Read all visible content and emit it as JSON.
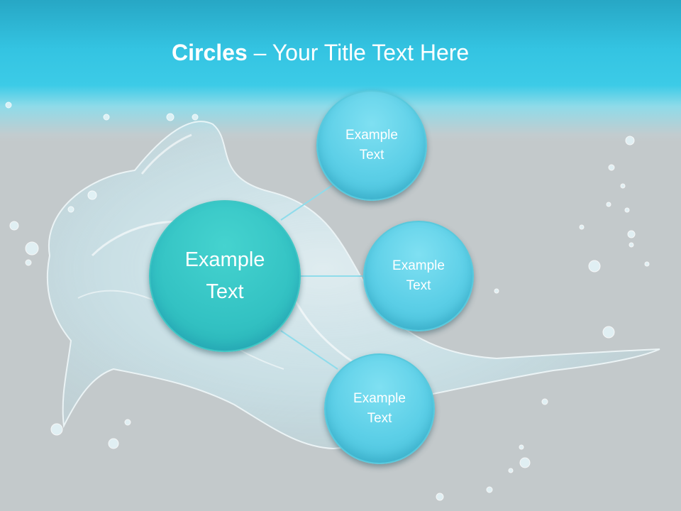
{
  "slide": {
    "title_bold": "Circles",
    "title_rest": " – Your Title Text Here"
  },
  "diagram": {
    "center": {
      "line1": "Example",
      "line2": "Text"
    },
    "satellites": [
      {
        "line1": "Example",
        "line2": "Text"
      },
      {
        "line1": "Example",
        "line2": "Text"
      },
      {
        "line1": "Example",
        "line2": "Text"
      }
    ]
  },
  "colors": {
    "header": "#34c4e2",
    "background": "#c3c9cb",
    "center_circle": "#33c2c3",
    "satellite_circle": "#5ccfe7",
    "connector": "#8fdceb"
  }
}
